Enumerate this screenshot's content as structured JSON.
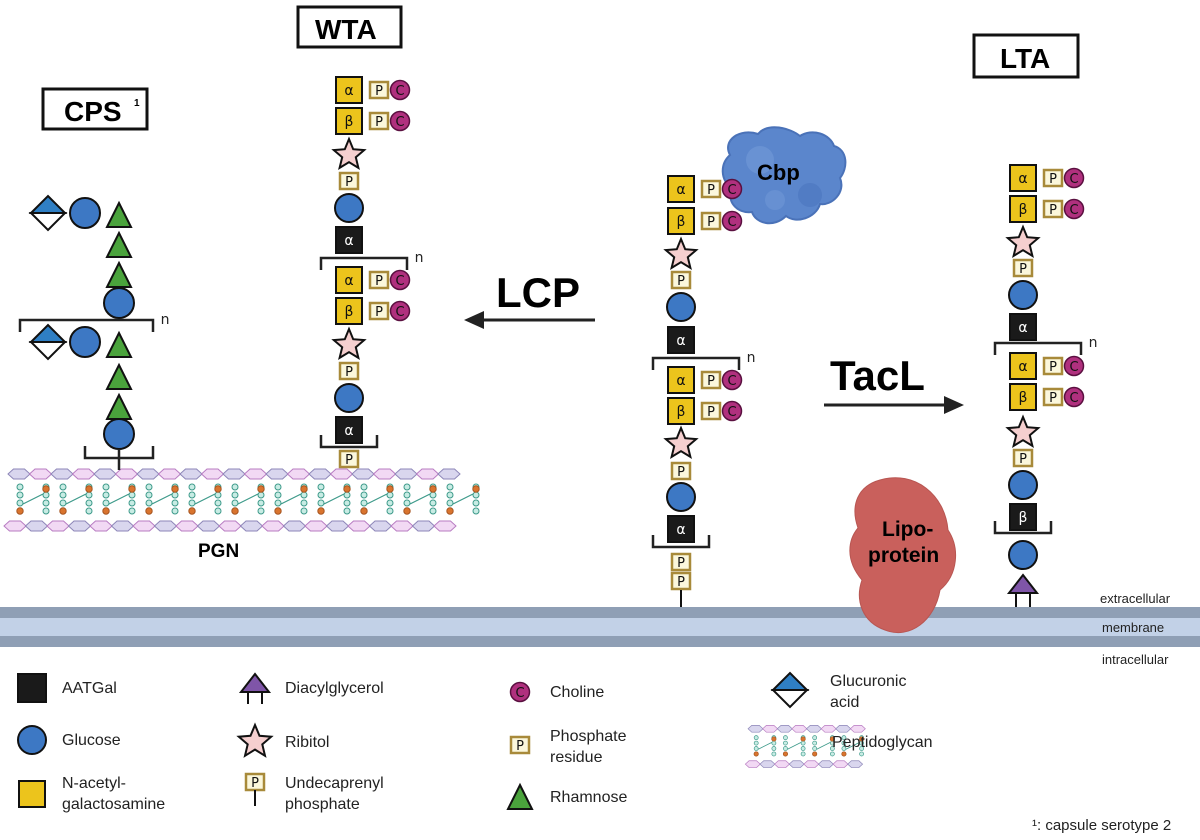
{
  "titles": {
    "cps": "CPS",
    "cps_superscript": "1",
    "wta": "WTA",
    "lta": "LTA"
  },
  "arrows": {
    "lcp": "LCP",
    "tacl": "TacL"
  },
  "proteins": {
    "cbp": "Cbp",
    "lipoprotein_line1": "Lipo-",
    "lipoprotein_line2": "protein"
  },
  "labels": {
    "pgn": "PGN",
    "repeat_n": "n",
    "alpha": "α",
    "beta": "β",
    "phosphate": "P",
    "choline": "C"
  },
  "membrane": {
    "extracellular": "extracellular",
    "membrane": "membrane",
    "intracellular": "intracellular"
  },
  "legend": [
    {
      "icon": "aatgal-square-icon",
      "label_lines": [
        "AATGal"
      ]
    },
    {
      "icon": "glucose-circle-icon",
      "label_lines": [
        "Glucose"
      ]
    },
    {
      "icon": "n-acetylgalactosamine-square-icon",
      "label_lines": [
        "N-acetyl-",
        "galactosamine"
      ]
    },
    {
      "icon": "diacylglycerol-icon",
      "label_lines": [
        "Diacylglycerol"
      ]
    },
    {
      "icon": "ribitol-star-icon",
      "label_lines": [
        "Ribitol"
      ]
    },
    {
      "icon": "undecaprenyl-phosphate-icon",
      "label_lines": [
        "Undecaprenyl",
        "phosphate"
      ]
    },
    {
      "icon": "choline-icon",
      "label_lines": [
        "Choline"
      ]
    },
    {
      "icon": "phosphate-residue-icon",
      "label_lines": [
        "Phosphate",
        "residue"
      ]
    },
    {
      "icon": "rhamnose-triangle-icon",
      "label_lines": [
        "Rhamnose"
      ]
    },
    {
      "icon": "glucuronic-acid-diamond-icon",
      "label_lines": [
        "Glucuronic",
        "acid"
      ]
    },
    {
      "icon": "peptidoglycan-icon",
      "label_lines": [
        "Peptidoglycan"
      ]
    }
  ],
  "footnote": "¹: capsule serotype 2",
  "colors": {
    "aatgal": "#1a1a1a",
    "glucose": "#3d78c4",
    "galnac": "#ecc41c",
    "diacylglycerol": "#7f55a8",
    "ribitol": "#f5cfcf",
    "phosphate_fill": "#fbf7dc",
    "phosphate_border": "#a88a3a",
    "choline": "#b0307e",
    "rhamnose": "#4aa33c",
    "glucuronic": "#2f7fc4",
    "membrane_dark": "#8f9fb5",
    "membrane_light": "#c2d1e7",
    "cbp": "#5b86cc",
    "lipoprotein": "#c9605c"
  },
  "chains": {
    "wta": [
      "galnac-alpha-pc",
      "galnac-beta-pc",
      "ribitol",
      "phosphate",
      "glucose",
      "aatgal-alpha",
      "repeat-start",
      "galnac-alpha-pc",
      "galnac-beta-pc",
      "ribitol",
      "phosphate",
      "glucose",
      "aatgal-alpha",
      "repeat-end",
      "phosphate"
    ],
    "wta_membrane": [
      "galnac-alpha-pc",
      "galnac-beta-pc",
      "ribitol",
      "phosphate",
      "glucose",
      "aatgal-alpha",
      "repeat-start",
      "galnac-alpha-pc",
      "galnac-beta-pc",
      "ribitol",
      "phosphate",
      "glucose",
      "aatgal-alpha",
      "repeat-end",
      "phosphate",
      "phosphate"
    ],
    "lta": [
      "galnac-alpha-pc",
      "galnac-beta-pc",
      "ribitol",
      "phosphate",
      "glucose",
      "aatgal-alpha",
      "repeat-start",
      "galnac-alpha-pc",
      "galnac-beta-pc",
      "ribitol",
      "phosphate",
      "glucose",
      "aatgal-beta",
      "repeat-end",
      "glucose",
      "diacylglycerol"
    ],
    "cps": [
      "glucuronic",
      "glucose",
      "rhamnose",
      "rhamnose",
      "rhamnose",
      "glucose",
      "repeat-start",
      "glucuronic",
      "glucose",
      "rhamnose",
      "rhamnose",
      "rhamnose",
      "glucose",
      "repeat-end"
    ]
  }
}
